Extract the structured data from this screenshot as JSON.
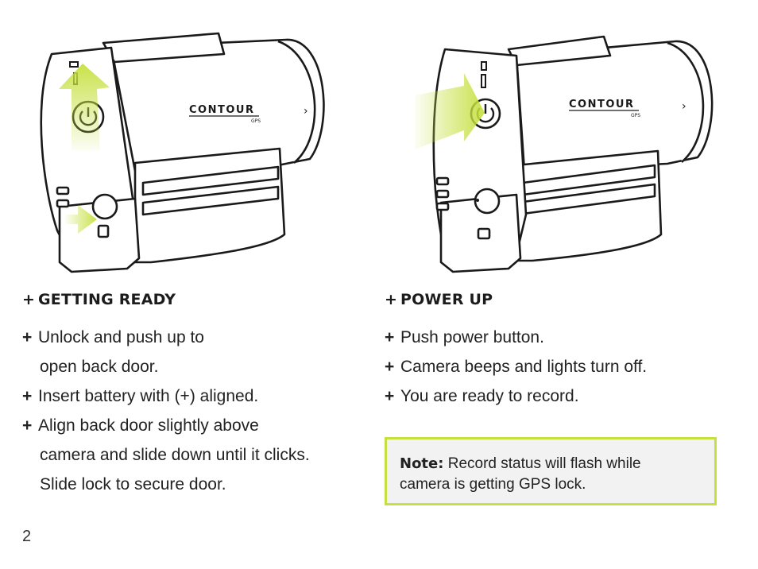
{
  "illustrations": {
    "brand": "CONTOUR",
    "sub_brand": "GPS",
    "arrow_color": "#c6e040"
  },
  "getting_ready": {
    "heading_plus": "+",
    "heading": "GETTING READY",
    "steps": [
      {
        "plus": "+",
        "lines": [
          "Unlock and push up to",
          "open back door."
        ]
      },
      {
        "plus": "+",
        "lines": [
          "Insert battery with (+) aligned."
        ]
      },
      {
        "plus": "+",
        "lines": [
          "Align back door slightly above",
          "camera and slide down until it clicks.",
          "Slide lock to secure door."
        ]
      }
    ]
  },
  "power_up": {
    "heading_plus": "+",
    "heading": "POWER UP",
    "steps": [
      {
        "plus": "+",
        "lines": [
          "Push power button."
        ]
      },
      {
        "plus": "+",
        "lines": [
          "Camera beeps and lights turn off."
        ]
      },
      {
        "plus": "+",
        "lines": [
          "You are ready to record."
        ]
      }
    ]
  },
  "note": {
    "label": "Note:",
    "text": "Record status will flash while",
    "text2": "camera is getting GPS lock."
  },
  "page_number": "2"
}
